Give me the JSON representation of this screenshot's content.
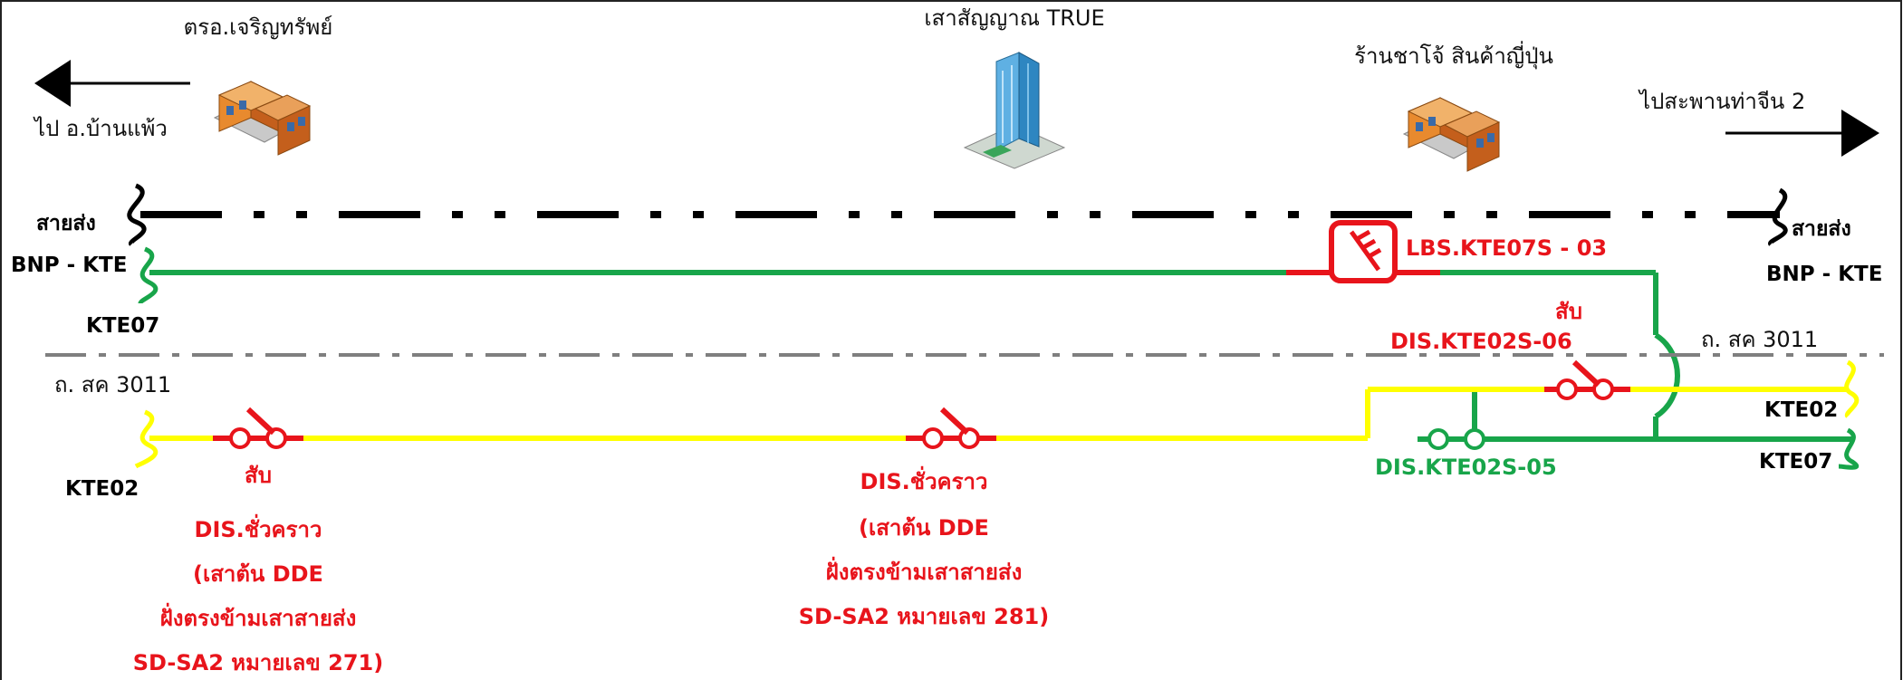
{
  "landmarks": {
    "left_building": "ตรอ.เจริญทรัพย์",
    "tower": "เสาสัญญาณ TRUE",
    "right_building": "ร้านชาโจ้ สินค้าญี่ปุ่น"
  },
  "directions": {
    "left": "ไป อ.บ้านแพ้ว",
    "right": "ไปสะพานท่าจีน 2"
  },
  "lines": {
    "transmission_left": "สายส่ง",
    "transmission_right": "สายส่ง",
    "bnp_left": "BNP - KTE",
    "bnp_right": "BNP - KTE",
    "kte07_left": "KTE07",
    "kte02_left": "KTE02",
    "kte02_right": "KTE02",
    "kte07_right": "KTE07"
  },
  "roads": {
    "left": "ถ. สค 3011",
    "right": "ถ. สค 3011"
  },
  "devices": {
    "lbs": "LBS.KTE07S - 03",
    "dis06_state": "สับ",
    "dis06": "DIS.KTE02S-06",
    "dis05": "DIS.KTE02S-05",
    "temp1": {
      "state": "สับ",
      "name": "DIS.ชั่วคราว",
      "line1": "(เสาต้น DDE",
      "line2": "ฝั่งตรงข้ามเสาสายส่ง",
      "line3": "SD-SA2 หมายเลข 271)"
    },
    "temp2": {
      "name": "DIS.ชั่วคราว",
      "line1": "(เสาต้น DDE",
      "line2": "ฝั่งตรงข้ามเสาสายส่ง",
      "line3": "SD-SA2 หมายเลข 281)"
    }
  },
  "colors": {
    "kte07_line": "#18a54a",
    "kte02_line": "#ffff00",
    "switch_closed": "#e8141b",
    "switch_open": "#18a54a",
    "transmission": "#000000",
    "road": "#7f7f7f"
  },
  "icon_names": [
    "arrow-left-icon",
    "arrow-right-icon",
    "building-icon",
    "tower-icon",
    "lbs-switch-icon"
  ]
}
